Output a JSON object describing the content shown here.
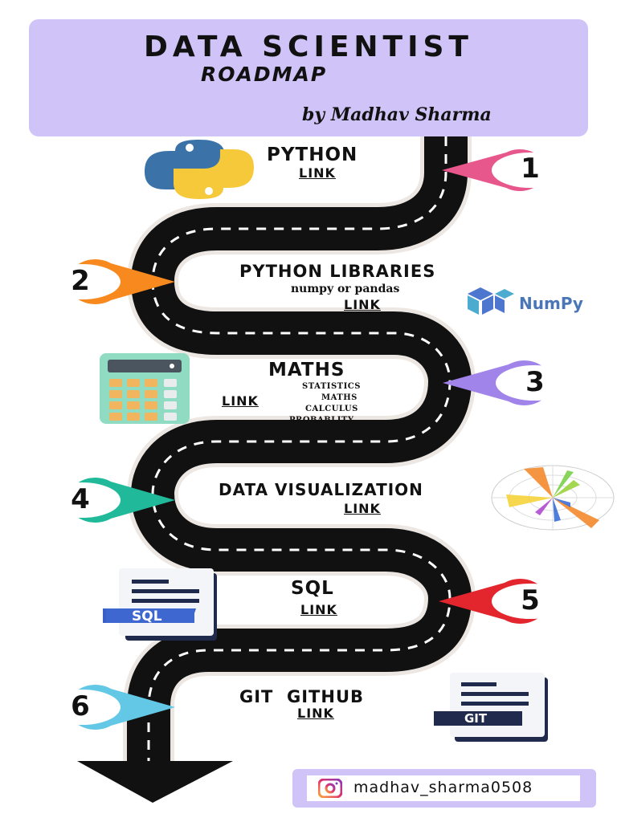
{
  "header": {
    "title": "DATA SCIENTIST",
    "subtitle": "ROADMAP",
    "author": "by Madhav Sharma"
  },
  "steps": [
    {
      "number": "1",
      "title": "PYTHON",
      "link": "LINK",
      "color": "#e8578b"
    },
    {
      "number": "2",
      "title": "PYTHON LIBRARIES",
      "detail": "numpy or pandas",
      "link": "LINK",
      "color": "#f7891f"
    },
    {
      "number": "3",
      "title": "MATHS",
      "topics": [
        "STATISTICS",
        "MATHS",
        "CALCULUS",
        "PROBABLITY"
      ],
      "link": "LINK",
      "color": "#a084ea"
    },
    {
      "number": "4",
      "title": "DATA VISUALIZATION",
      "link": "LINK",
      "color": "#20b99a"
    },
    {
      "number": "5",
      "title": "SQL",
      "link": "LINK",
      "color": "#e3262d"
    },
    {
      "number": "6",
      "title": "GIT  GITHUB",
      "link": "LINK",
      "color": "#62c8e6"
    }
  ],
  "logos": {
    "numpy": "NumPy",
    "sql_file": "SQL",
    "git_file": "GIT"
  },
  "icons": [
    "python-logo-icon",
    "numpy-logo-icon",
    "calculator-icon",
    "polar-chart-icon",
    "sql-file-icon",
    "git-file-icon",
    "instagram-icon"
  ],
  "footer": {
    "handle": "madhav_sharma0508"
  },
  "colors": {
    "header_bg": "#cfc3f7",
    "road": "#111111"
  }
}
